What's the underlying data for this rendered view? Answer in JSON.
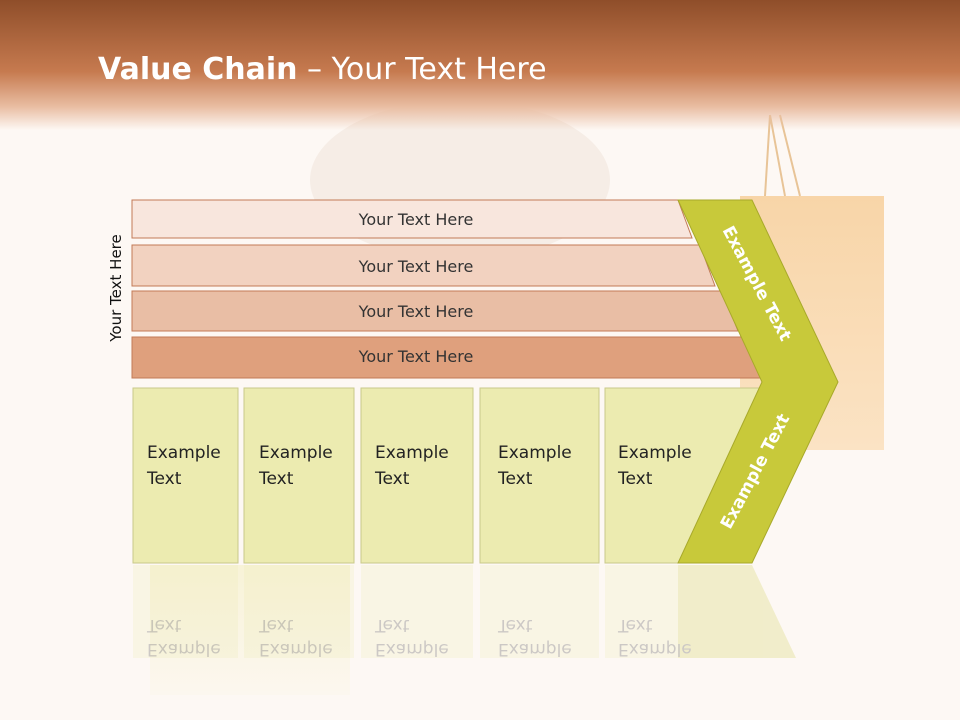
{
  "slide": {
    "title_bold": "Value Chain",
    "title_rest": " – Your Text Here",
    "side_label": "Your Text Here"
  },
  "bars": [
    {
      "label": "Your Text Here",
      "fill": "#f8e6dd"
    },
    {
      "label": "Your Text Here",
      "fill": "#f2d2c0"
    },
    {
      "label": "Your Text Here",
      "fill": "#e9bea5"
    },
    {
      "label": "Your Text Here",
      "fill": "#dfa07d"
    }
  ],
  "boxes": [
    {
      "line1": "Example",
      "line2": "Text"
    },
    {
      "line1": "Example",
      "line2": "Text"
    },
    {
      "line1": "Example",
      "line2": "Text"
    },
    {
      "line1": "Example",
      "line2": "Text"
    },
    {
      "line1": "Example",
      "line2": "Text"
    }
  ],
  "arrow": {
    "upper_label": "Example Text",
    "lower_label": "Example Text",
    "fill": "#c8c93a"
  },
  "colors": {
    "box_fill": "#ecebb0",
    "bar_stroke": "#c27a56",
    "title_band": "#a95f38"
  }
}
